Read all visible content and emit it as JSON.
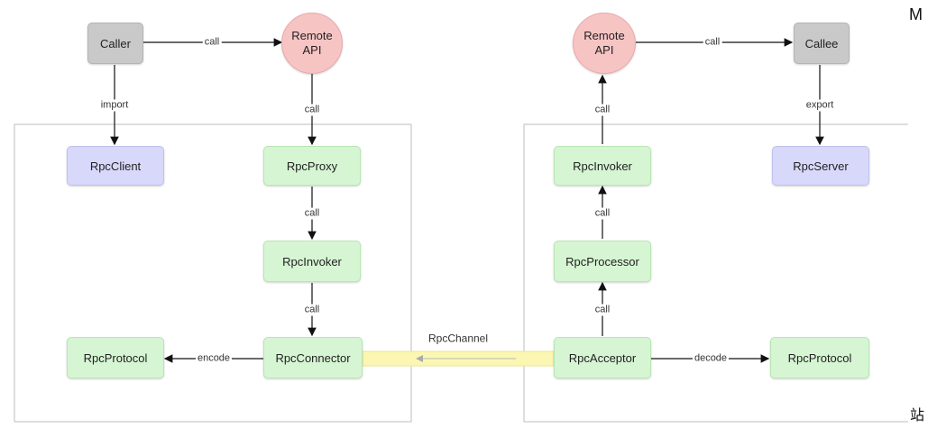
{
  "nodes": {
    "caller": "Caller",
    "remote_api_left": "Remote\nAPI",
    "rpcclient": "RpcClient",
    "rpcproxy": "RpcProxy",
    "rpcinvoker_left": "RpcInvoker",
    "rpcconnector": "RpcConnector",
    "rpcprotocol_left": "RpcProtocol",
    "remote_api_right": "Remote\nAPI",
    "callee": "Callee",
    "rpcinvoker_right": "RpcInvoker",
    "rpcserver": "RpcServer",
    "rpcprocessor": "RpcProcessor",
    "rpcacceptor": "RpcAcceptor",
    "rpcprotocol_right": "RpcProtocol"
  },
  "edges": {
    "caller_to_api": "call",
    "caller_import": "import",
    "api_to_proxy": "call",
    "proxy_to_invoker": "call",
    "invoker_to_connector": "call",
    "connector_encode": "encode",
    "channel": "RpcChannel",
    "api_to_callee": "call",
    "callee_export": "export",
    "invoker_to_api": "call",
    "processor_to_invoker": "call",
    "acceptor_to_processor": "call",
    "acceptor_decode": "decode"
  },
  "colors": {
    "green": "#d6f5d3",
    "purple": "#d8d8fb",
    "gray": "#c9c9c9",
    "red": "#f7c4c4",
    "channel": "#fbf7b3"
  },
  "corner": {
    "top": "M",
    "bottom": "站"
  }
}
